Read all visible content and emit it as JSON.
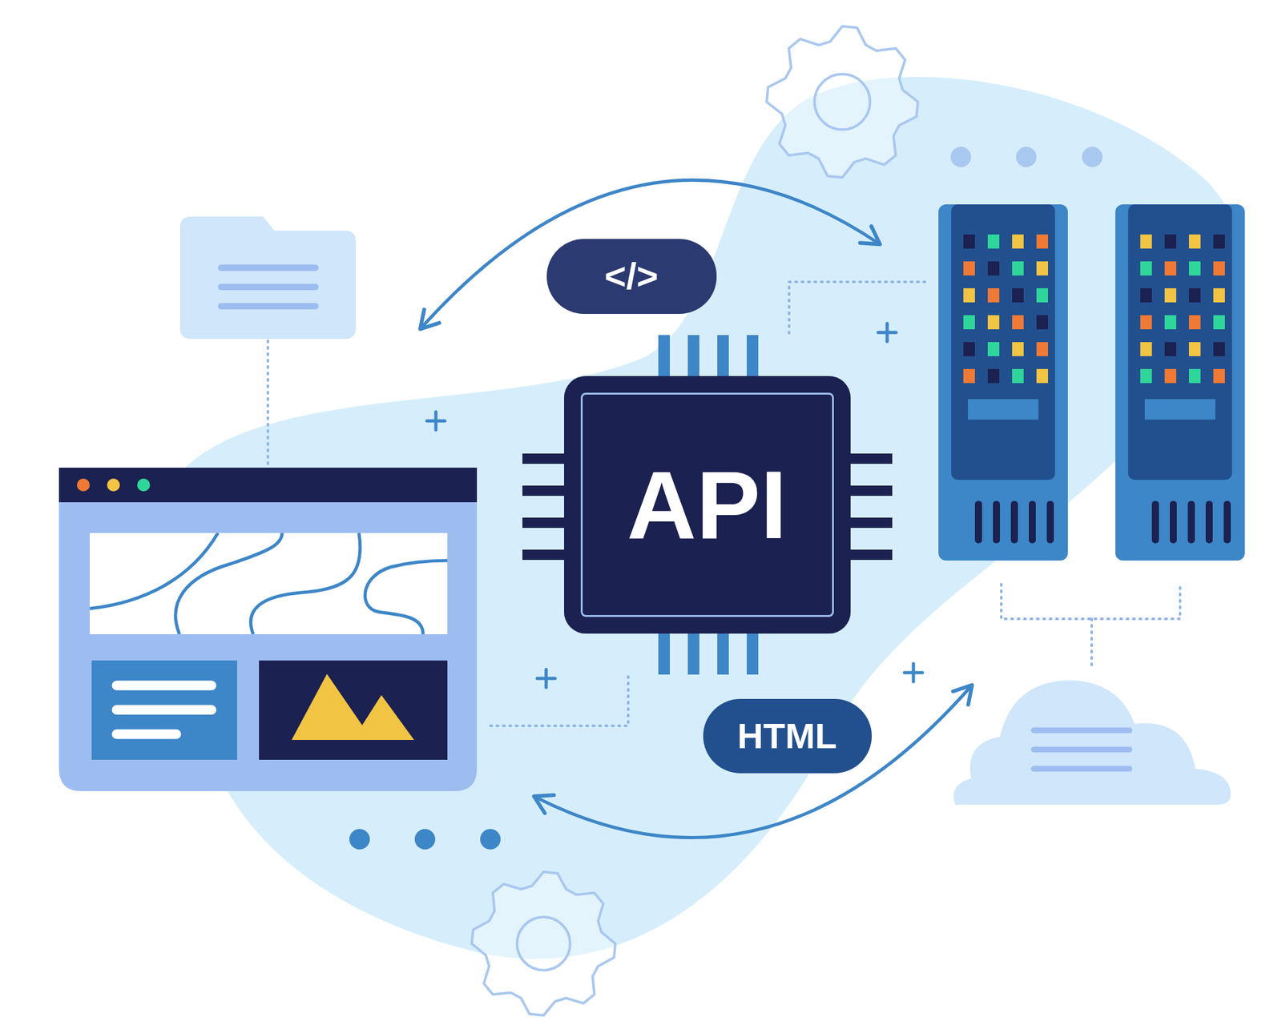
{
  "diagram": {
    "nodes": [
      {
        "text": [
          "</>"
        ]
      },
      {
        "text": [
          "API"
        ]
      },
      {
        "text": [
          "HTML"
        ]
      }
    ]
  }
}
